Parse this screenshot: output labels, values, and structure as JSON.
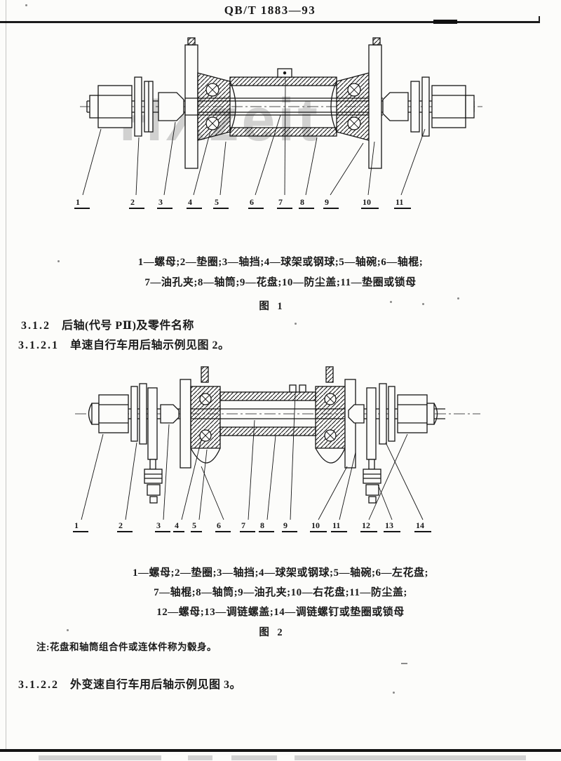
{
  "page": {
    "header": "QB/T 1883—93",
    "watermark": "HXzeit"
  },
  "sections": [
    {
      "num": "3.1.2",
      "title": "后轴(代号 PⅡ)及零件名称"
    },
    {
      "num": "3.1.2.1",
      "title": "单速自行车用后轴示例见图 2。"
    },
    {
      "num": "3.1.2.2",
      "title": "外变速自行车用后轴示例见图 3。"
    }
  ],
  "figure1": {
    "label": "图 1",
    "caption_line1": "1—螺母;2—垫圈;3—轴挡;4—球架或钢球;5—轴碗;6—轴棍;",
    "caption_line2": "7—油孔夹;8—轴筒;9—花盘;10—防尘盖;11—垫圈或锁母",
    "callouts": [
      "1",
      "2",
      "3",
      "4",
      "5",
      "6",
      "7",
      "8",
      "9",
      "10",
      "11"
    ]
  },
  "figure2": {
    "label": "图 2",
    "caption_line1": "1—螺母;2—垫圈;3—轴挡;4—球架或钢球;5—轴碗;6—左花盘;",
    "caption_line2": "7—轴棍;8—轴筒;9—油孔夹;10—右花盘;11—防尘盖;",
    "caption_line3": "12—螺母;13—调链螺盖;14—调链螺钉或垫圈或锁母",
    "note": "注:花盘和轴筒组合件或连体件称为毂身。",
    "callouts": [
      "1",
      "2",
      "3",
      "4",
      "5",
      "6",
      "7",
      "8",
      "9",
      "10",
      "11",
      "12",
      "13",
      "14"
    ]
  }
}
